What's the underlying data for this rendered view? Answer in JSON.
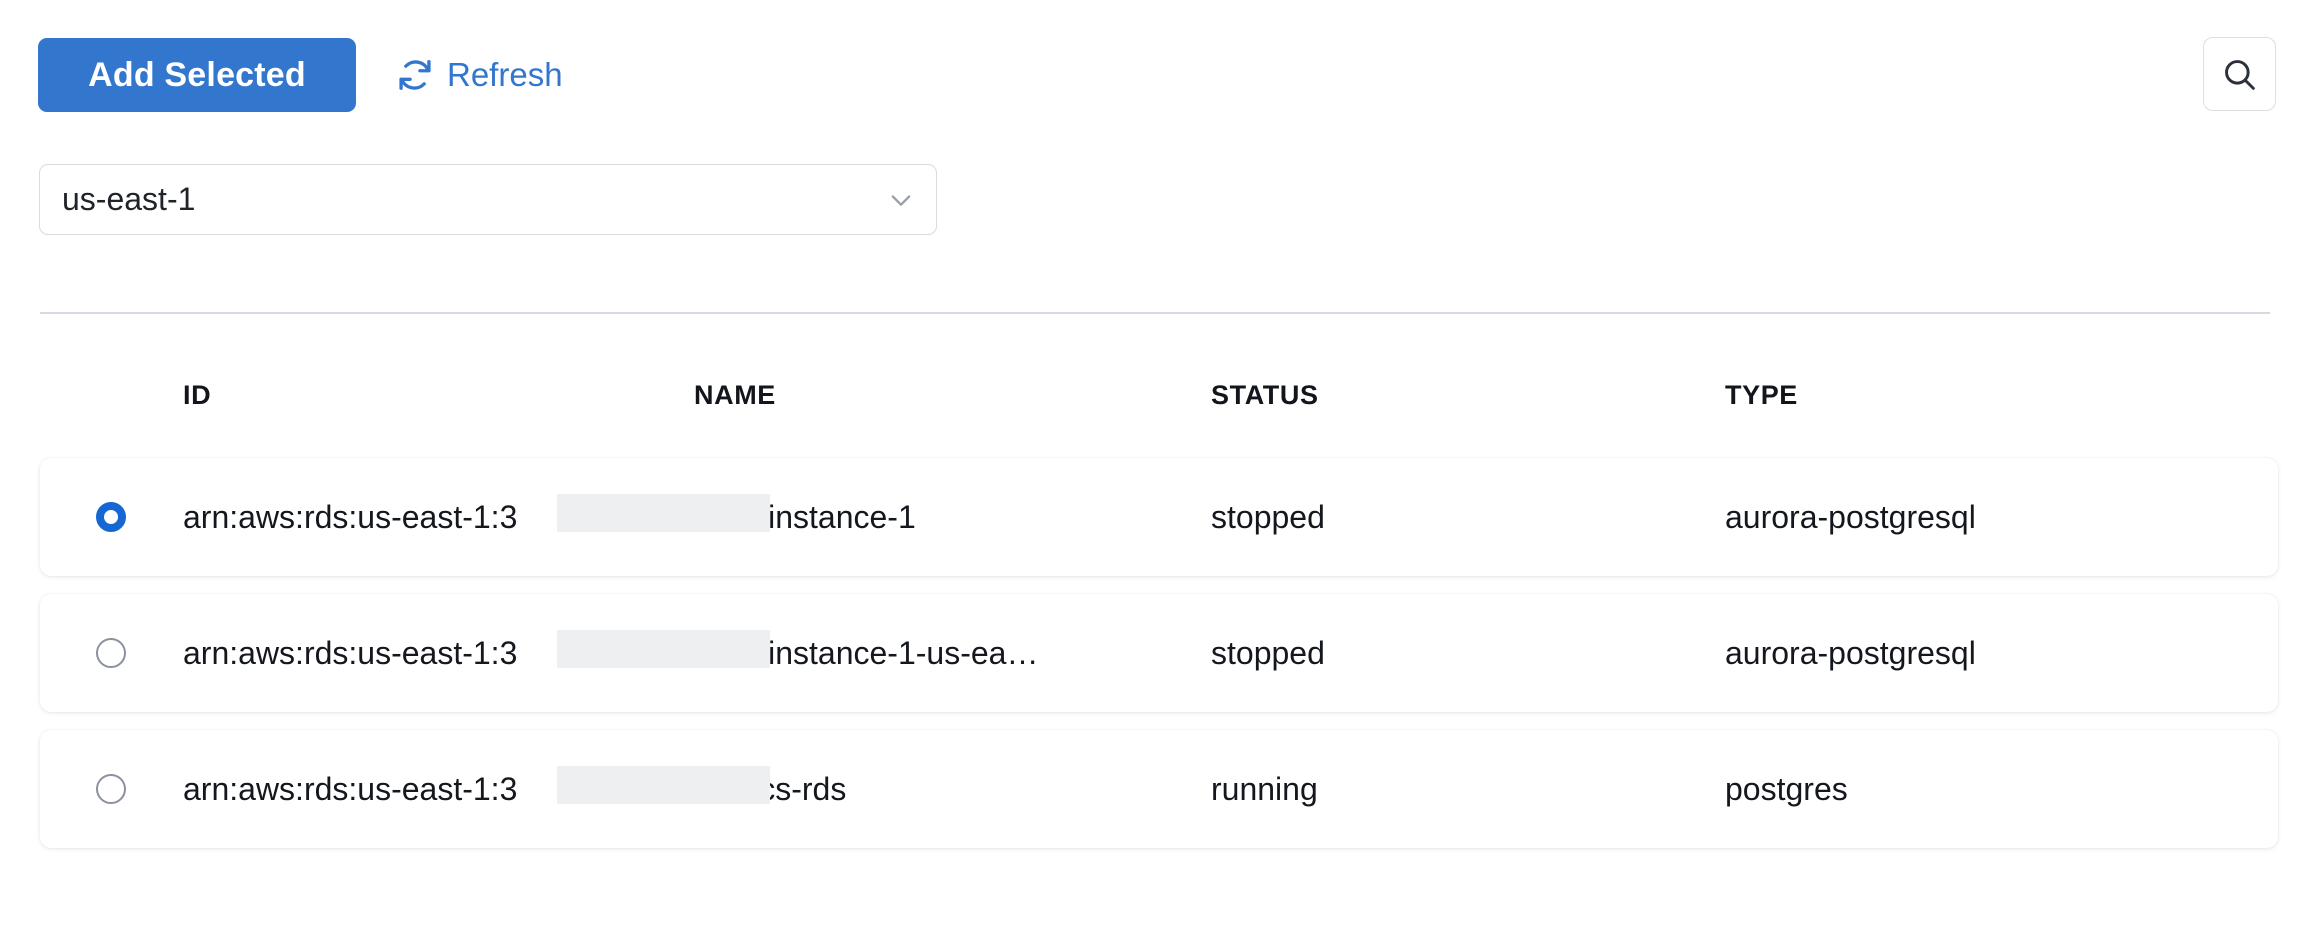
{
  "toolbar": {
    "add_selected_label": "Add Selected",
    "refresh_label": "Refresh",
    "refresh_icon": "refresh-icon",
    "search_icon": "search-icon",
    "accent_color": "#3276ce"
  },
  "region_filter": {
    "selected": "us-east-1",
    "chevron_icon": "chevron-down-icon",
    "options": [
      "us-east-1"
    ]
  },
  "table": {
    "columns": [
      {
        "key": "id",
        "label": "ID"
      },
      {
        "key": "name",
        "label": "NAME"
      },
      {
        "key": "status",
        "label": "STATUS"
      },
      {
        "key": "type",
        "label": "TYPE"
      }
    ],
    "rows": [
      {
        "selected": true,
        "id": "arn:aws:rds:us-east-1:3                base-1-instance-1",
        "status": "stopped",
        "type": "aurora-postgresql"
      },
      {
        "selected": false,
        "id": "arn:aws:rds:us-east-1:3                base-1-instance-1-us-ea…",
        "status": "stopped",
        "type": "aurora-postgresql"
      },
      {
        "selected": false,
        "id": "arn:aws:rds:us-east-1:3                 todo-ecs-rds",
        "status": "running",
        "type": "postgres"
      }
    ]
  }
}
